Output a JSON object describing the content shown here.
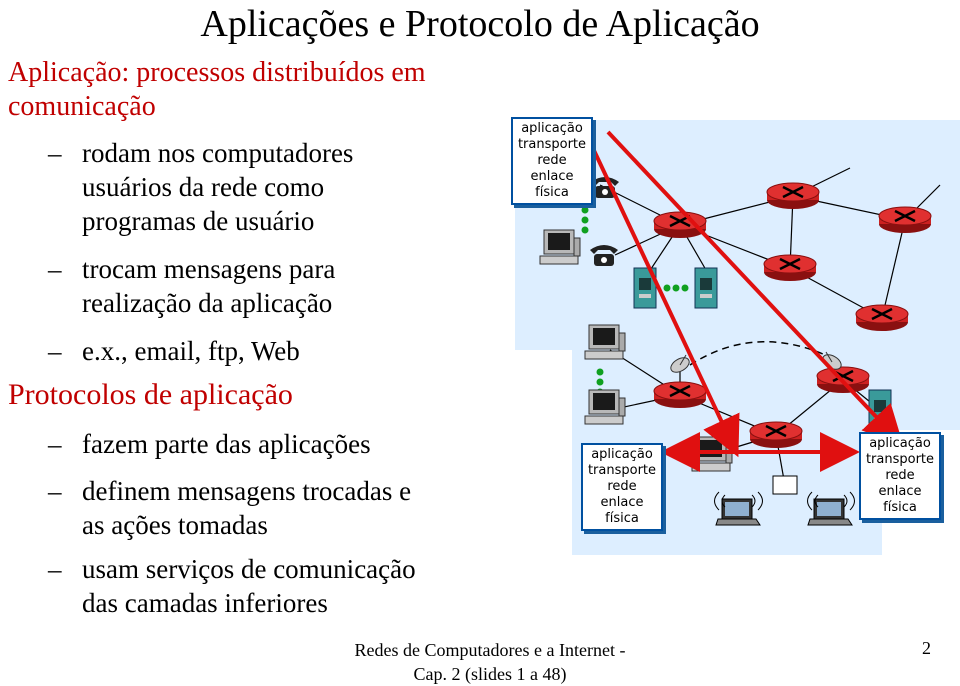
{
  "title": "Aplicações e Protocolo de Aplicação",
  "section1": {
    "heading_lines": [
      "Aplicação: processos distribuídos em",
      "comunicação"
    ],
    "bullets": [
      [
        "rodam nos computadores",
        "usuários da rede como",
        "programas de usuário"
      ],
      [
        "trocam mensagens para",
        "realização da aplicação"
      ],
      [
        "e.x., email, ftp, Web"
      ]
    ]
  },
  "section2": {
    "heading": "Protocolos de aplicação",
    "bullets": [
      [
        "fazem parte das aplicações"
      ],
      [
        "definem mensagens trocadas e",
        "as ações tomadas"
      ],
      [
        "usam serviços de comunicação",
        "das camadas inferiores"
      ]
    ]
  },
  "dash": "–",
  "stack_layers": [
    "aplicação",
    "transporte",
    "rede",
    "enlace",
    "física"
  ],
  "footer_lines": [
    "Redes de Computadores e a Internet -",
    "Cap. 2 (slides 1 a 48)"
  ],
  "page_number": "2",
  "colors": {
    "heading": "#c00000",
    "router": "#cc2020",
    "arrow": "#e01010",
    "network": "#ddeeff",
    "stack_border": "#0050a0"
  }
}
